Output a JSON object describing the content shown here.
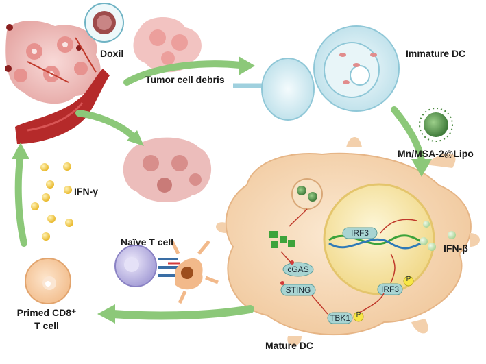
{
  "labels": {
    "doxil": "Doxil",
    "tumor_cell_debris": "Tumor cell debris",
    "immature_dc": "Immature DC",
    "mn_msa2_lipo": "Mn/MSA-2@Lipo",
    "ifn_gamma": "IFN-γ",
    "naive_t_cell": "Naïve T cell",
    "ifn_beta": "IFN-β",
    "primed_cd8_line1": "Primed CD8⁺",
    "primed_cd8_line2": "T cell",
    "mature_dc": "Mature DC"
  },
  "pathway": {
    "irf3_nucleus": "IRF3",
    "cgas": "cGAS",
    "sting": "STING",
    "tbk1": "TBK1",
    "irf3_phos": "IRF3",
    "phospho_mark": "P"
  },
  "colors": {
    "arrow_green": "#8cc879",
    "vessel_red": "#b52a2a",
    "tumor_pink": "#e9a7a4",
    "dc_skin": "#f6d8b4",
    "nucleus_yellow": "#f6e6a6",
    "dc_blue": "#cfe7ef",
    "ifn_yellow": "#f4cb45",
    "ifn_beta_green": "#c8e6bd",
    "protein_teal": "#a8d4d2",
    "phospho_yellow": "#f7e646",
    "tcell_orange": "#f2b98a"
  }
}
